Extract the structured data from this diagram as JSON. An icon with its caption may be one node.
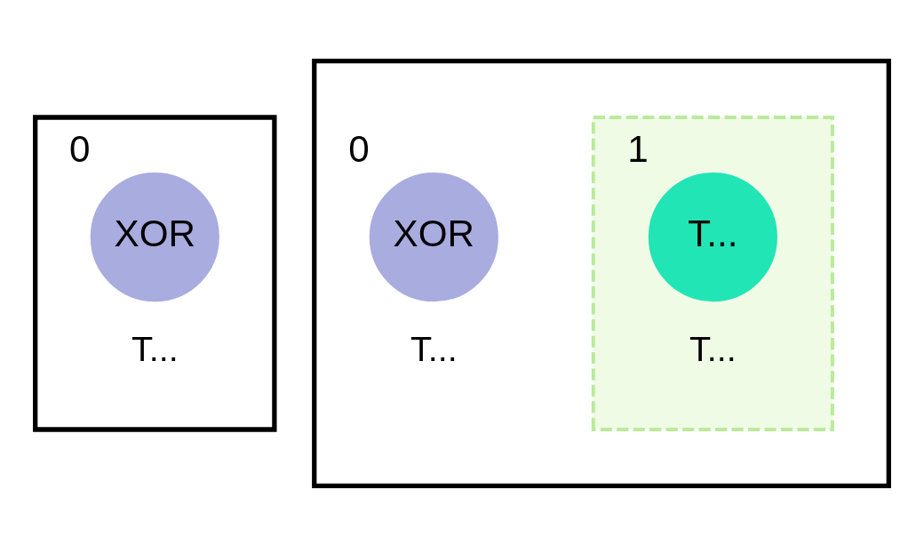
{
  "diagram": {
    "nodes": [
      {
        "text": [],
        "shape": "box"
      },
      {
        "text": [
          "XOR"
        ],
        "beside": [
          "0",
          "T..."
        ],
        "in": 0
      },
      {
        "text": [],
        "shape": "box"
      },
      {
        "text": [
          "XOR"
        ],
        "beside": [
          "0",
          "T..."
        ],
        "in": 2
      },
      {
        "text": [],
        "shape": "box",
        "in": 2
      },
      {
        "text": [
          "T..."
        ],
        "beside": [
          "1",
          "T..."
        ],
        "in": 4
      }
    ],
    "edges": []
  }
}
